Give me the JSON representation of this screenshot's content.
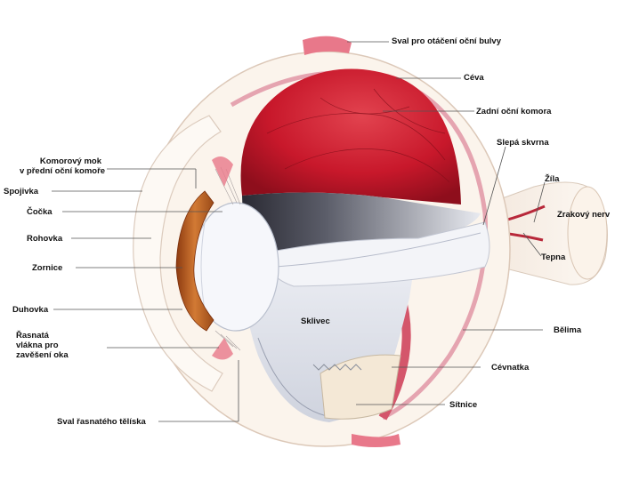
{
  "diagram": {
    "labels": {
      "sval_otaceni": "Sval pro otáčení oční bulvy",
      "ceva": "Céva",
      "zadni_komora": "Zadní oční komora",
      "slepa_skvrna": "Slepá skvrna",
      "zila": "Žíla",
      "zrakovy_nerv": "Zrakový nerv",
      "tepna": "Tepna",
      "belima": "Bělima",
      "cevnatka": "Cévnatka",
      "sitnice": "Sítnice",
      "sklivec": "Sklivec",
      "komorovy_mok_1": "Komorový mok",
      "komorovy_mok_2": "v přední oční komoře",
      "spojivka": "Spojivka",
      "cocka": "Čočka",
      "rohovka": "Rohovka",
      "zornice": "Zornice",
      "duhovka": "Duhovka",
      "rasnata_1": "Řasnatá",
      "rasnata_2": "vlákna pro",
      "rasnata_3": "zavěšení oka",
      "sval_rasnateho": "Sval řasnatého tělíska"
    },
    "colors": {
      "chamber": "#c8182b",
      "sclera": "#fbf4ec",
      "choroid": "#d9667a",
      "iris": "#c76a2a",
      "muscle": "#e8788a",
      "vitreous": "#e6e9f0"
    }
  }
}
